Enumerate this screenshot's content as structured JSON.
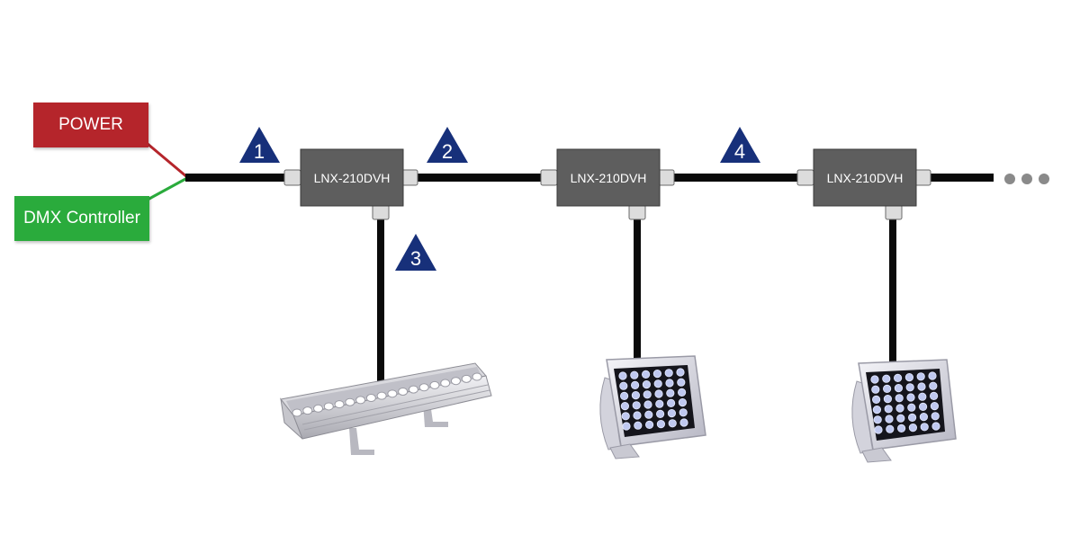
{
  "power_label": "POWER",
  "dmx_label": "DMX Controller",
  "decoder_labels": [
    "LNX-210DVH",
    "LNX-210DVH",
    "LNX-210DVH"
  ],
  "step_numbers": [
    "1",
    "2",
    "3",
    "4"
  ],
  "colors": {
    "power": "#b5252b",
    "dmx": "#2aab3c",
    "cable": "#0a0a0a",
    "decoder_box": "#5e5e5e",
    "triangle": "#17307a",
    "ellipsis": "#8a8a8a"
  },
  "icons": [
    "wall-washer-bar-light",
    "led-flood-light",
    "led-flood-light"
  ]
}
